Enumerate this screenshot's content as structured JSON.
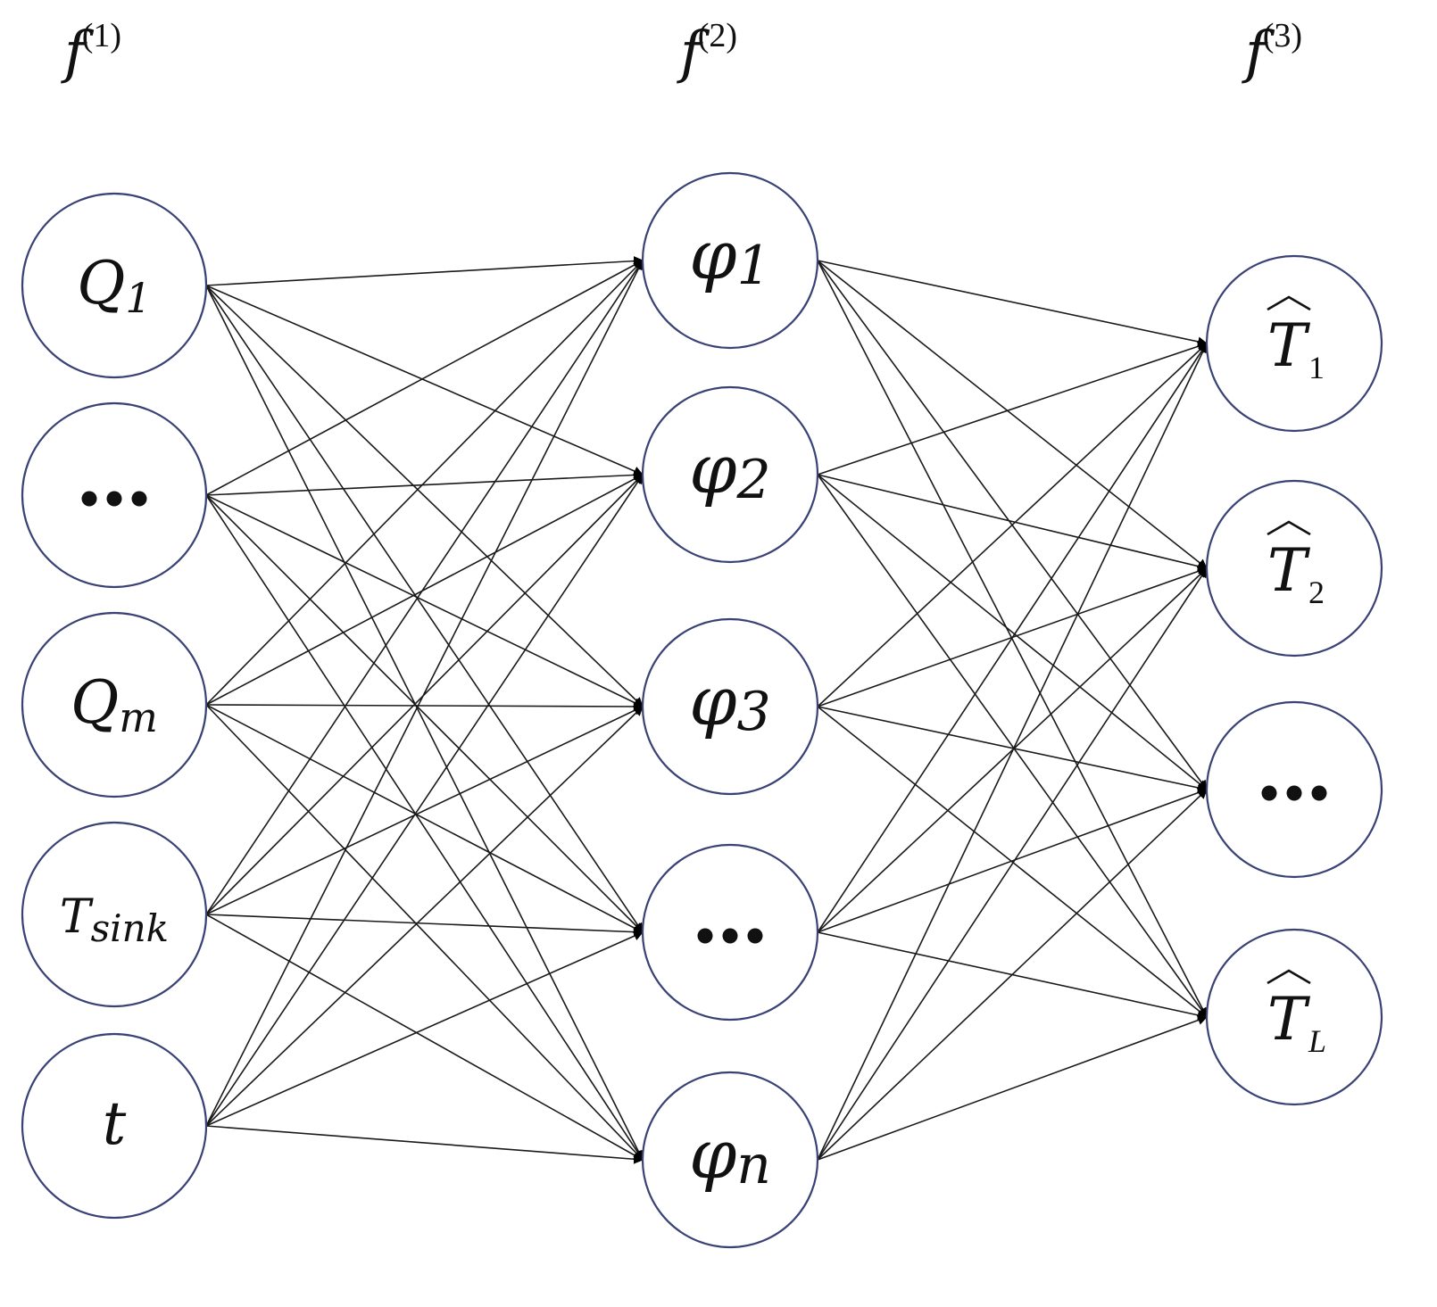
{
  "layers": [
    {
      "label_base": "f",
      "label_sup": "(1)",
      "nodes": [
        {
          "type": "text",
          "main": "Q",
          "sub": "1"
        },
        {
          "type": "ellipsis"
        },
        {
          "type": "text",
          "main": "Q",
          "sub": "m"
        },
        {
          "type": "text",
          "main": "T",
          "sub": "sink"
        },
        {
          "type": "text",
          "main": "t",
          "sub": ""
        }
      ]
    },
    {
      "label_base": "f",
      "label_sup": "(2)",
      "nodes": [
        {
          "type": "text",
          "main": "φ",
          "sub": "1"
        },
        {
          "type": "text",
          "main": "φ",
          "sub": "2"
        },
        {
          "type": "text",
          "main": "φ",
          "sub": "3"
        },
        {
          "type": "ellipsis"
        },
        {
          "type": "text",
          "main": "φ",
          "sub": "n"
        }
      ]
    },
    {
      "label_base": "f",
      "label_sup": "(3)",
      "nodes": [
        {
          "type": "hat",
          "main": "T",
          "sub": "1"
        },
        {
          "type": "hat",
          "main": "T",
          "sub": "2"
        },
        {
          "type": "ellipsis"
        },
        {
          "type": "hat",
          "main": "T",
          "sub": "L"
        }
      ]
    }
  ],
  "connections": "fully-connected",
  "colors": {
    "edge": "#1a1a1a",
    "node_stroke": "#3a4275",
    "text": "#111111"
  }
}
